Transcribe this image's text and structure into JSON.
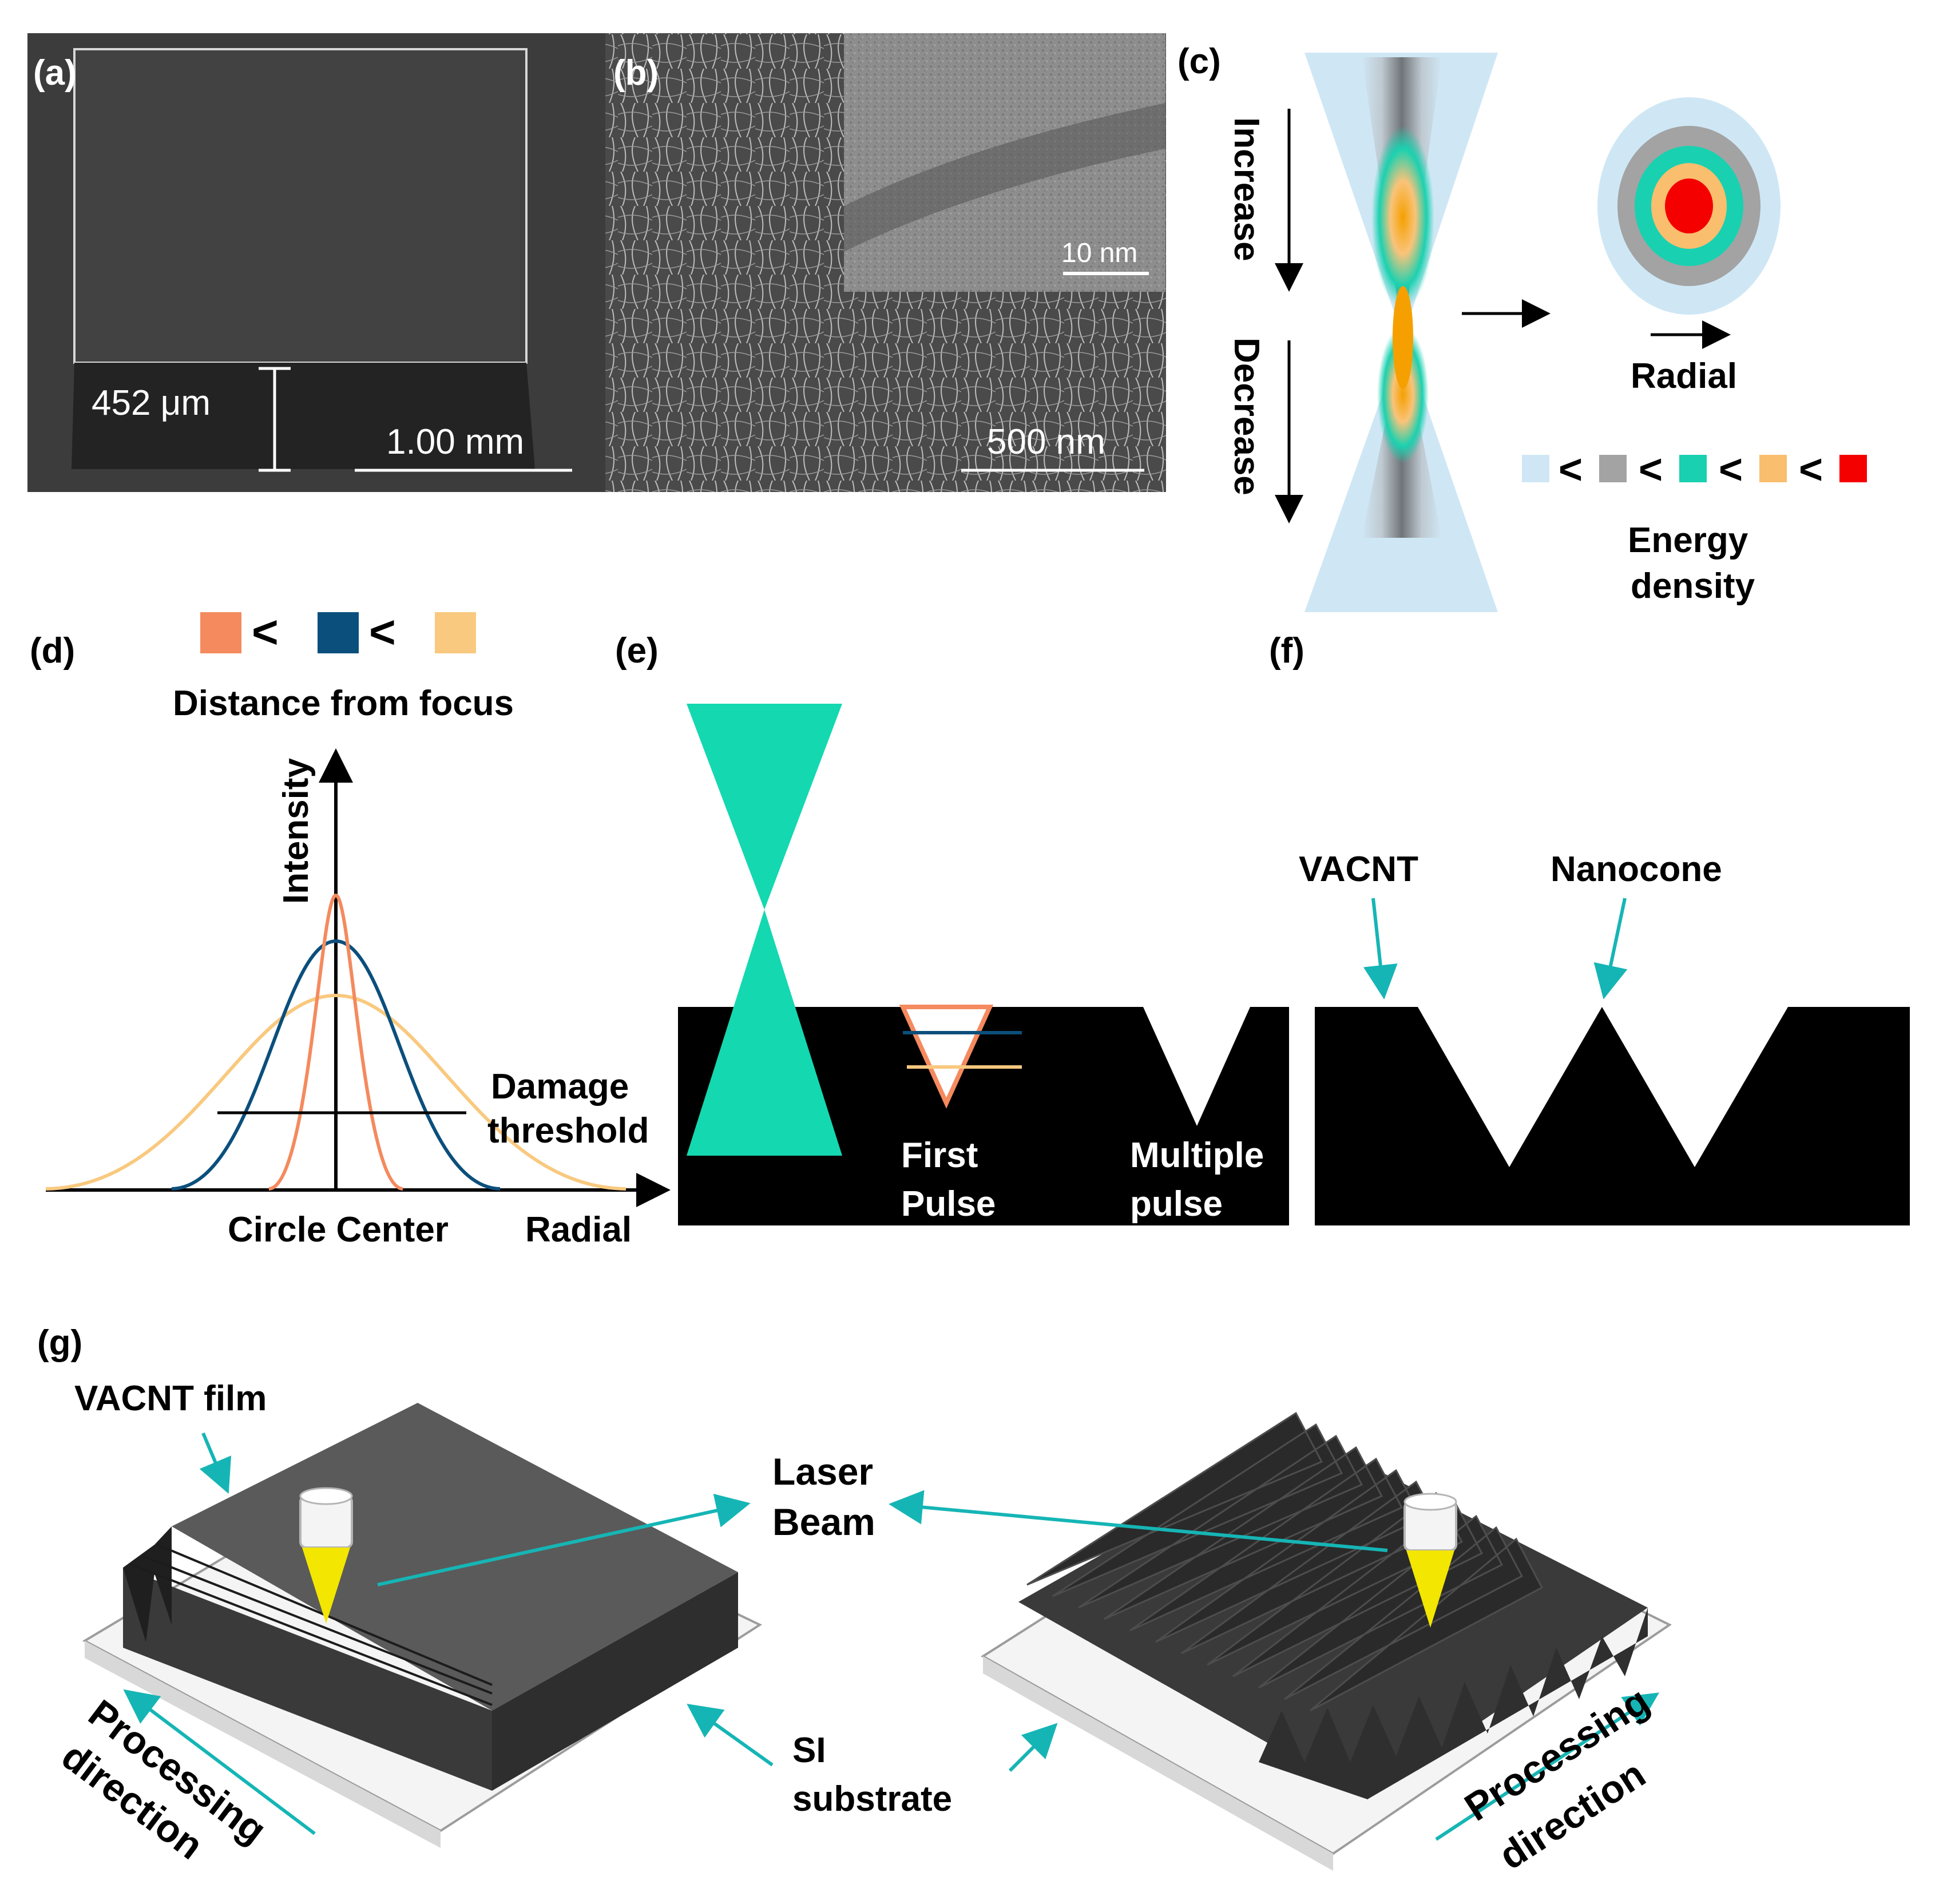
{
  "panels": {
    "a": {
      "label": "(a)",
      "thickness": "452 μm",
      "scale": "1.00 mm"
    },
    "b": {
      "label": "(b)",
      "scale": "500 nm",
      "inset_scale": "10 nm"
    },
    "c": {
      "label": "(c)",
      "increase": "Increase",
      "decrease": "Decrease",
      "radial": "Radial",
      "energy_line1": "Energy",
      "energy_line2": "density",
      "ineq": "<",
      "colors": [
        "#cfe7f5",
        "#a3a3a3",
        "#19d1b0",
        "#f9be6e",
        "#f50000"
      ]
    },
    "d": {
      "label": "(d)",
      "ineq": "<",
      "legend_colors": [
        "#f48a5e",
        "#0b4f7c",
        "#f9c97f"
      ],
      "legend_title": "Distance from focus",
      "y_axis": "Intensity",
      "damage_line1": "Damage",
      "damage_line2": "threshold",
      "circle_center": "Circle Center",
      "radial": "Radial"
    },
    "e": {
      "label": "(e)",
      "first_line1": "First",
      "first_line2": "Pulse",
      "multiple_line1": "Multiple",
      "multiple_line2": "pulse",
      "beam_color": "#14d8b0"
    },
    "f": {
      "label": "(f)",
      "vacnt": "VACNT",
      "nanocone": "Nanocone"
    },
    "g": {
      "label": "(g)",
      "vacnt_film": "VACNT film",
      "laser_line1": "Laser",
      "laser_line2": "Beam",
      "si_line1": "SI",
      "si_line2": "substrate",
      "processing": "Processing",
      "direction": "direction",
      "arrow_color": "#16b5b5"
    }
  }
}
